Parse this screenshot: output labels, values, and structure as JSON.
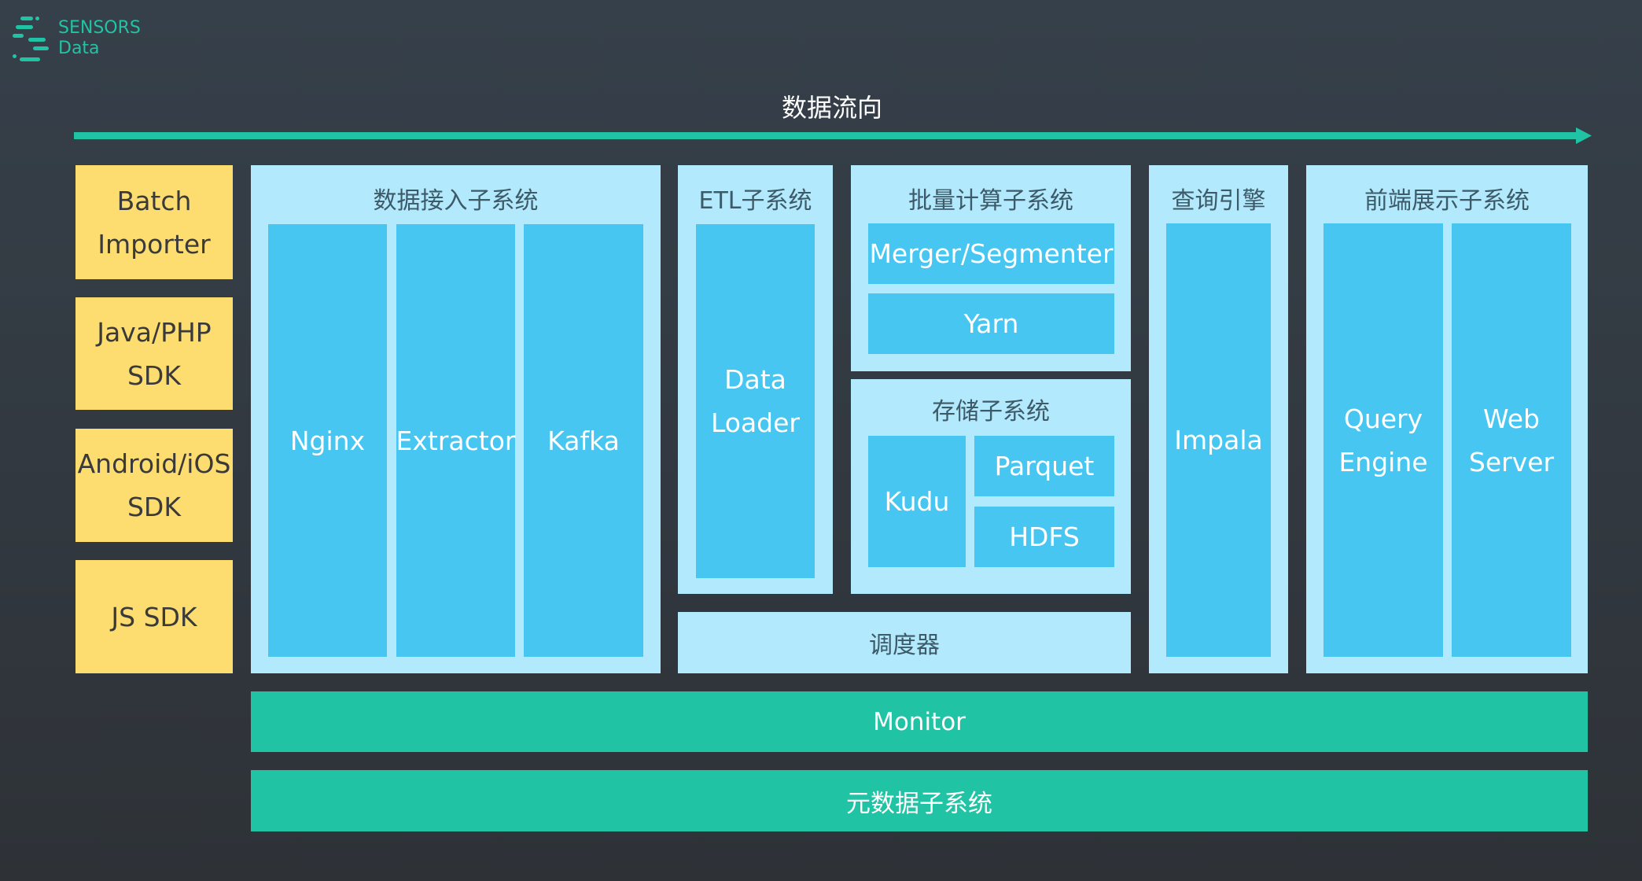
{
  "logo": {
    "line1": "SENSORS",
    "line2": "Data"
  },
  "flow": {
    "label": "数据流向"
  },
  "sources": [
    "Batch\nImporter",
    "Java/PHP\nSDK",
    "Android/iOS\nSDK",
    "JS SDK"
  ],
  "ingest": {
    "title": "数据接入子系统",
    "items": [
      "Nginx",
      "Extractor",
      "Kafka"
    ]
  },
  "etl": {
    "title": "ETL子系统",
    "item": "Data\nLoader"
  },
  "batch": {
    "title": "批量计算子系统",
    "items": [
      "Merger/Segmenter",
      "Yarn"
    ]
  },
  "storage": {
    "title": "存储子系统",
    "kudu": "Kudu",
    "parquet": "Parquet",
    "hdfs": "HDFS"
  },
  "scheduler": {
    "label": "调度器"
  },
  "query": {
    "title": "查询引擎",
    "item": "Impala"
  },
  "frontend": {
    "title": "前端展示子系统",
    "items": [
      "Query\nEngine",
      "Web\nServer"
    ]
  },
  "monitor": {
    "label": "Monitor"
  },
  "metadata": {
    "label": "元数据子系统"
  },
  "colors": {
    "background": "#333940",
    "panel": "#b3e9fc",
    "component": "#46c6f1",
    "source": "#fddc70",
    "accent": "#20c4a4"
  }
}
